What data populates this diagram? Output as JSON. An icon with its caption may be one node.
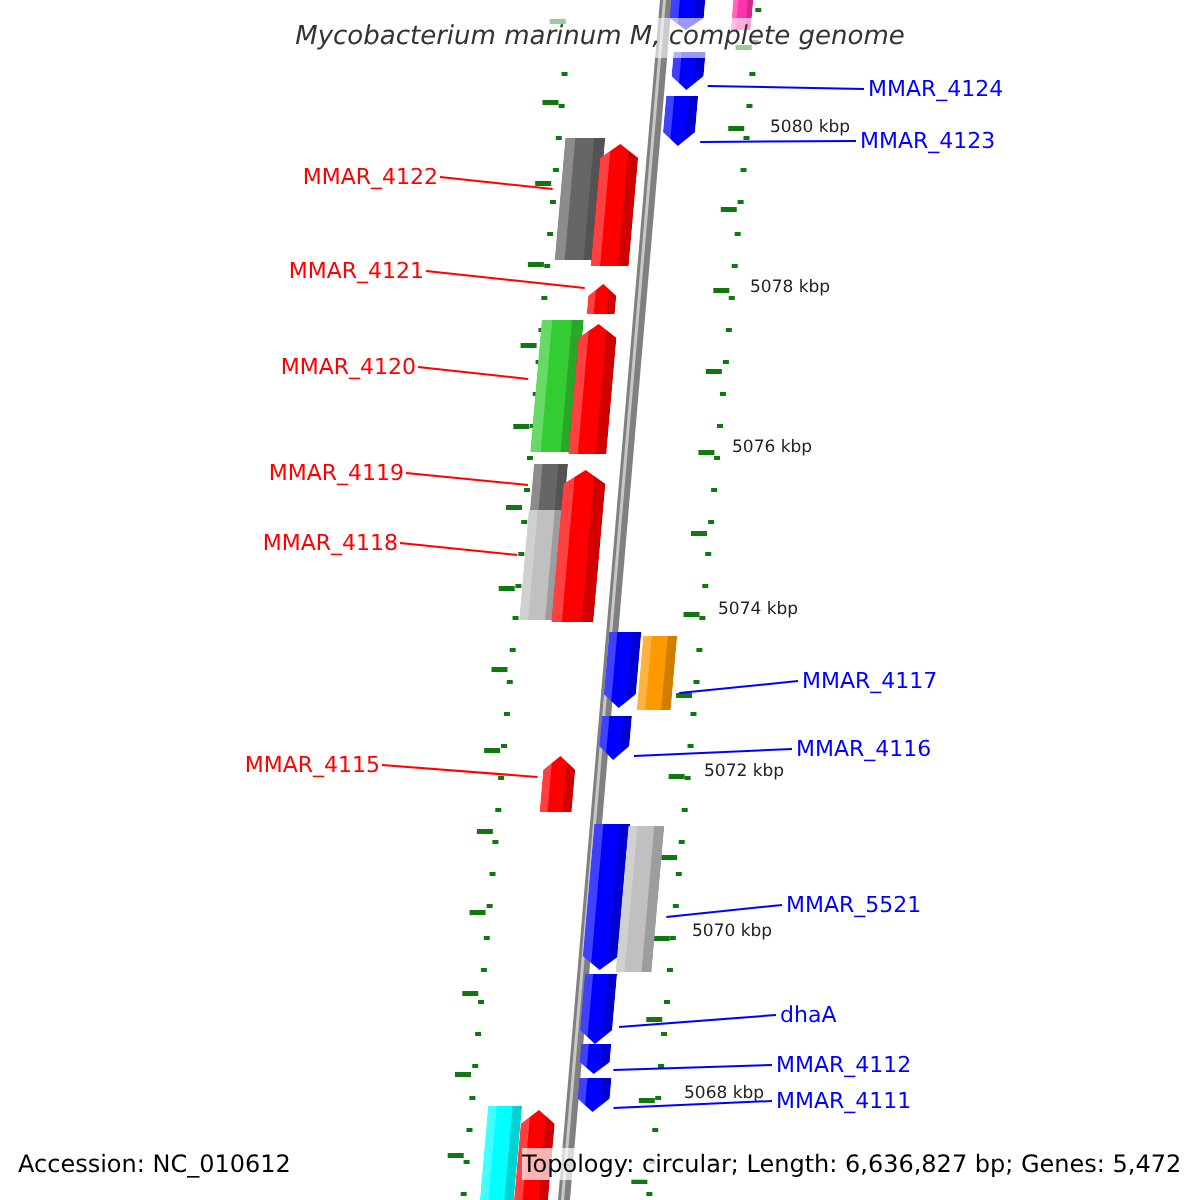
{
  "diagram": {
    "title": "Mycobacterium marinum M, complete genome",
    "nodes": [
      {
        "text": [
          "MMAR_4124"
        ]
      },
      {
        "text": [
          "MMAR_4123"
        ]
      },
      {
        "text": [
          "MMAR_4122"
        ]
      },
      {
        "text": [
          "MMAR_4121"
        ]
      },
      {
        "text": [
          "MMAR_4120"
        ]
      },
      {
        "text": [
          "MMAR_4119"
        ]
      },
      {
        "text": [
          "MMAR_4118"
        ]
      },
      {
        "text": [
          "MMAR_4117"
        ]
      },
      {
        "text": [
          "MMAR_4116"
        ]
      },
      {
        "text": [
          "MMAR_4115"
        ]
      },
      {
        "text": [
          "MMAR_5521"
        ]
      },
      {
        "text": [
          "dhaA"
        ]
      },
      {
        "text": [
          "MMAR_4112"
        ]
      },
      {
        "text": [
          "MMAR_4111"
        ]
      },
      {
        "text": [],
        "shape": "pentagon"
      },
      {
        "text": [],
        "shape": "box"
      },
      {
        "text": [],
        "shape": "pentagon"
      },
      {
        "text": [],
        "shape": "pentagon"
      },
      {
        "text": [],
        "shape": "box"
      },
      {
        "text": [],
        "shape": "pentagon"
      },
      {
        "text": [],
        "shape": "pentagon"
      },
      {
        "text": [],
        "shape": "box"
      },
      {
        "text": [],
        "shape": "pentagon"
      },
      {
        "text": [],
        "shape": "box"
      },
      {
        "text": [],
        "shape": "box"
      },
      {
        "text": [],
        "shape": "pentagon"
      },
      {
        "text": [],
        "shape": "pentagon"
      },
      {
        "text": [],
        "shape": "box"
      },
      {
        "text": [],
        "shape": "pentagon"
      },
      {
        "text": [],
        "shape": "pentagon"
      },
      {
        "text": [],
        "shape": "pentagon"
      },
      {
        "text": [],
        "shape": "box"
      },
      {
        "text": [],
        "shape": "pentagon"
      },
      {
        "text": [],
        "shape": "pentagon"
      },
      {
        "text": [],
        "shape": "pentagon"
      },
      {
        "text": [],
        "shape": "box"
      },
      {
        "text": [],
        "shape": "pentagon"
      }
    ],
    "edges": [
      {
        "from": 0,
        "to": 16,
        "arrow": "none",
        "color": "#0000ff"
      },
      {
        "from": 1,
        "to": 17,
        "arrow": "none",
        "color": "#0000ff"
      },
      {
        "from": 2,
        "to": 18,
        "arrow": "none",
        "color": "#ff0000"
      },
      {
        "from": 3,
        "to": 20,
        "arrow": "none",
        "color": "#ff0000"
      },
      {
        "from": 4,
        "to": 21,
        "arrow": "none",
        "color": "#ff0000"
      },
      {
        "from": 5,
        "to": 23,
        "arrow": "none",
        "color": "#ff0000"
      },
      {
        "from": 6,
        "to": 24,
        "arrow": "none",
        "color": "#ff0000"
      },
      {
        "from": 7,
        "to": 27,
        "arrow": "none",
        "color": "#0000ff"
      },
      {
        "from": 8,
        "to": 28,
        "arrow": "none",
        "color": "#0000ff"
      },
      {
        "from": 9,
        "to": 29,
        "arrow": "none",
        "color": "#ff0000"
      },
      {
        "from": 10,
        "to": 31,
        "arrow": "none",
        "color": "#0000ff"
      },
      {
        "from": 11,
        "to": 32,
        "arrow": "none",
        "color": "#0000ff"
      },
      {
        "from": 12,
        "to": 33,
        "arrow": "none",
        "color": "#0000ff"
      },
      {
        "from": 13,
        "to": 34,
        "arrow": "none",
        "color": "#0000ff"
      }
    ],
    "labels": [
      "5080 kbp",
      "5078 kbp",
      "5076 kbp",
      "5074 kbp",
      "5072 kbp",
      "5070 kbp",
      "5068 kbp",
      "Accession: NC_010612",
      "Topology: circular; Length: 6,636,827 bp; Genes: 5,472"
    ]
  }
}
